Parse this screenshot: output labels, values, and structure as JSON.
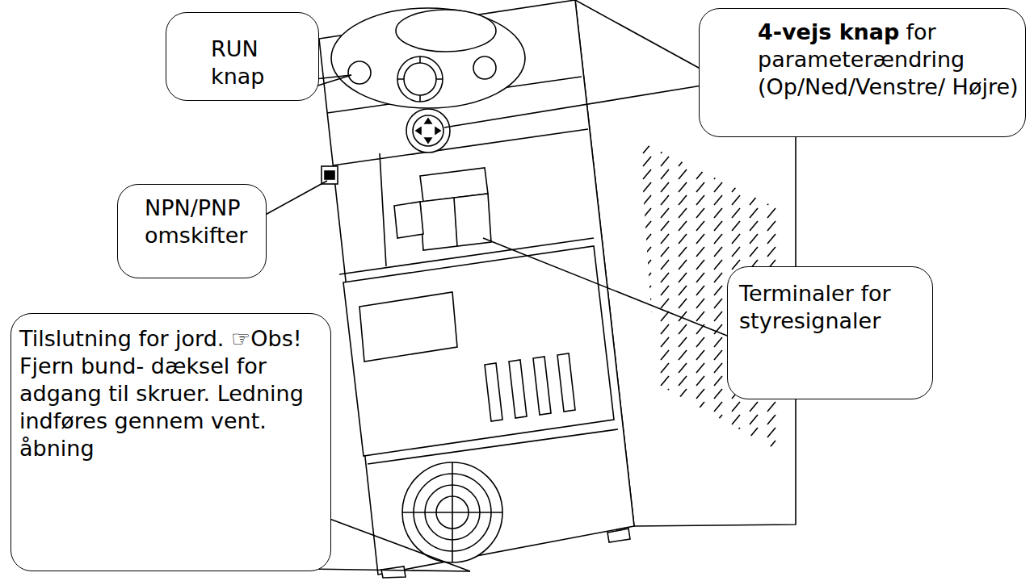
{
  "diagram": {
    "nodes": [
      {
        "text": [
          "RUN knap"
        ]
      },
      {
        "text": [
          "4-vejs knap",
          "for parameterændring (Op/Ned/Venstre/ Højre)"
        ]
      },
      {
        "text": [
          "NPN/PNP omskifter"
        ]
      },
      {
        "text": [
          "Terminaler for styresignaler"
        ]
      },
      {
        "text": [
          "Tilslutning for jord. ☞Obs! Fjern bund- dæksel for adgang til skruer. Ledning indføres gennem vent. åbning"
        ]
      }
    ]
  }
}
